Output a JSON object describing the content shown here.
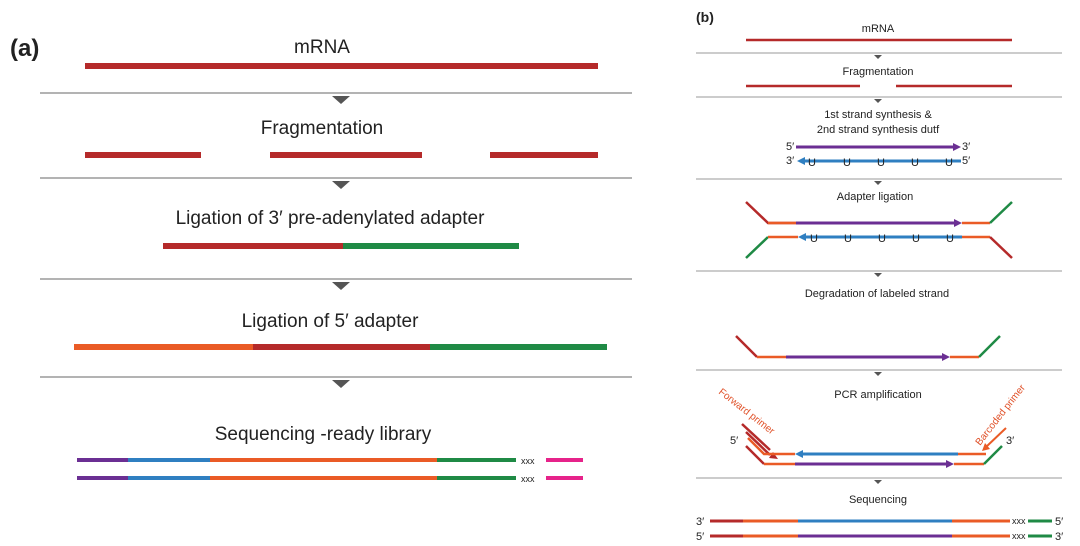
{
  "colors": {
    "red": "#b52a2a",
    "green": "#1f8a45",
    "orange": "#ea5b26",
    "purple": "#6b2f93",
    "blue": "#2f7fc1",
    "magenta": "#e6238a",
    "separator": "#9a9a9a",
    "arrow": "#555555"
  },
  "panel_a": {
    "tag": "(a)",
    "steps": [
      "mRNA",
      "Fragmentation",
      "Ligation of 3′ pre-adenylated adapter",
      "Ligation of 5′ adapter",
      "Sequencing -ready library"
    ],
    "xxx_label": "xxx"
  },
  "panel_b": {
    "tag": "(b)",
    "steps": [
      "mRNA",
      "Fragmentation",
      "1st strand synthesis &",
      "2nd strand synthesis dutf",
      "Adapter  ligation",
      "Degradation of labeled strand",
      "PCR amplification",
      "Sequencing"
    ],
    "uracil_label": "U",
    "ends": {
      "five_prime": "5′",
      "three_prime": "3′"
    },
    "forward_primer": "Forward primer",
    "barcoded_primer": "Barcoded primer",
    "xxx_label": "xxx"
  }
}
